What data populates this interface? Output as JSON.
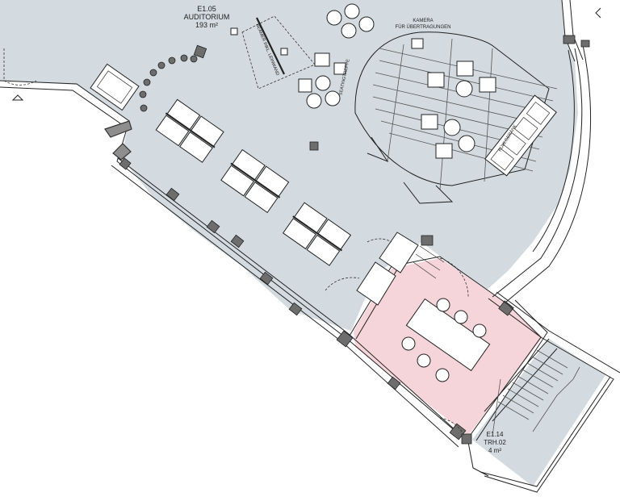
{
  "rooms": {
    "auditorium": {
      "id": "E1.05",
      "name": "AUDITORIUM",
      "area": "193 m²",
      "fill": "#d3dbe0"
    },
    "meeting": {
      "fill": "#f5d5da"
    },
    "stair": {
      "id": "E1.14",
      "name": "TRH.02",
      "area": "4 m²",
      "fill": "#d3dbe0"
    }
  },
  "labels": {
    "camera_line1": "KAMERA",
    "camera_line2": "FÜR ÜBERTRAGUNGEN",
    "beamer": "BEAMER INKL. LEINWAND",
    "seating_stairs": "SEATINGTREPPE",
    "cooling_bench": "KÜHLGERÄNK"
  },
  "colors": {
    "wall": "#8e8e8e",
    "line": "#222222",
    "background": "#ffffff"
  }
}
